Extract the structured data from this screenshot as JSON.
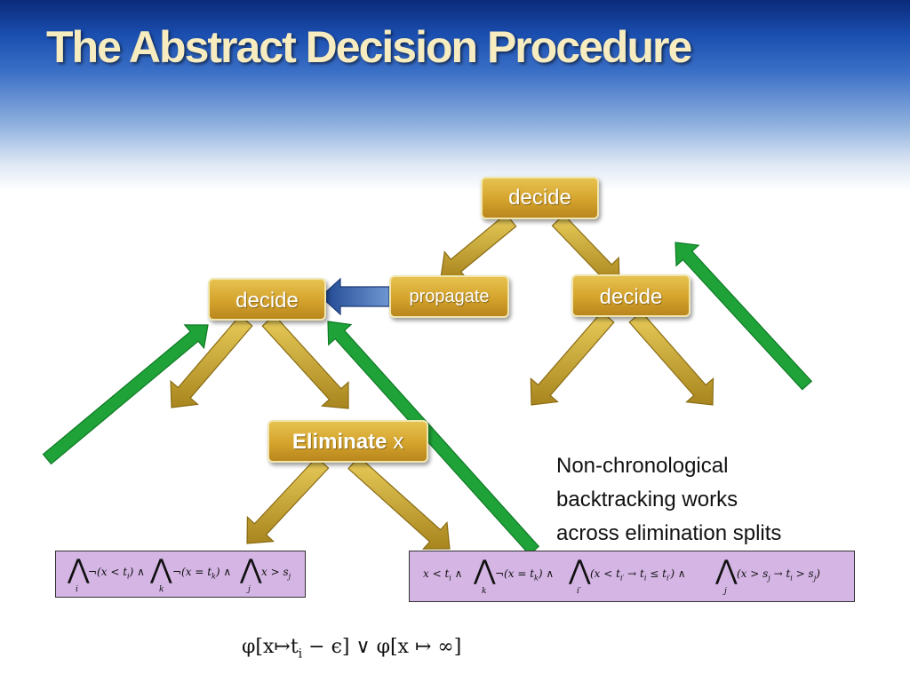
{
  "title": "The Abstract Decision Procedure",
  "nodes": {
    "decide_top": "decide",
    "decide_left": "decide",
    "decide_right": "decide",
    "propagate": "propagate",
    "eliminate_bold": "Eliminate",
    "eliminate_var": "x"
  },
  "note_lines": [
    "Non-chronological",
    "backtracking works",
    "across elimination splits"
  ],
  "formula_left": {
    "part1": "¬(x < t",
    "part1_sub": "i",
    "part1_end": ") ∧",
    "part2": "¬(x = t",
    "part2_sub": "k",
    "part2_end": ") ∧",
    "part3": "x > s",
    "part3_sub": "j",
    "idx_i": "i",
    "idx_k": "k",
    "idx_j": "j"
  },
  "formula_right": {
    "part1": "x < t",
    "part1_sub": "i",
    "part1_end": " ∧",
    "part2": "¬(x = t",
    "part2_sub": "k",
    "part2_end": ") ∧",
    "part3": "(x < t",
    "part3_sub": "i′",
    "part3_mid": " → t",
    "part3_sub2": "i",
    "part3_mid2": " ≤ t",
    "part3_sub3": "i′",
    "part3_end": ") ∧",
    "part4": "(x > s",
    "part4_sub": "j",
    "part4_mid": " → t",
    "part4_sub2": "i",
    "part4_mid2": " > s",
    "part4_sub3": "j",
    "part4_end": ")",
    "idx_k": "k",
    "idx_i": "i′",
    "idx_j": "j"
  },
  "bottom_formula": "φ[x↦t",
  "bottom_formula_sub": "i",
  "bottom_formula_end": " − ϵ] ∨ φ[x ↦ ∞]",
  "colors": {
    "gold_arrow": "#c9a62c",
    "green_arrow": "#1fa339",
    "blue_arrow": "#2e5da8",
    "formula_bg": "#d4b5e4"
  }
}
